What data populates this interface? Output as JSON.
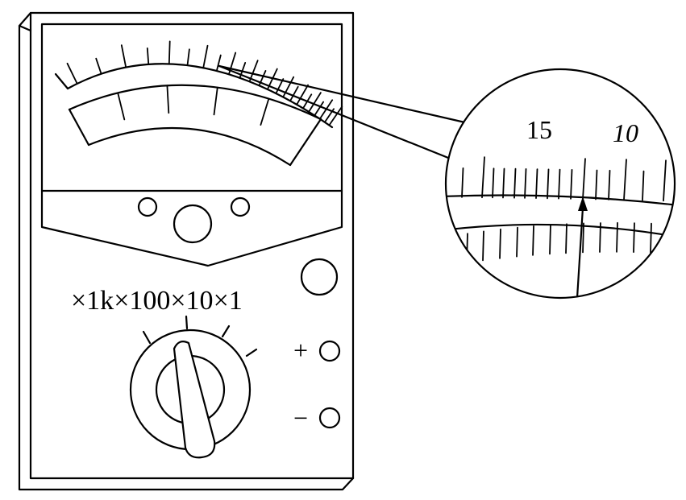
{
  "range_labels": {
    "x1k": "×1k",
    "x100": "×100",
    "x10": "×10",
    "x1": "×1"
  },
  "terminals": {
    "positive": "+",
    "negative": "−"
  },
  "magnifier_scale": {
    "left": "15",
    "right": "10"
  },
  "colors": {
    "ink": "#000000",
    "paper": "#ffffff"
  }
}
